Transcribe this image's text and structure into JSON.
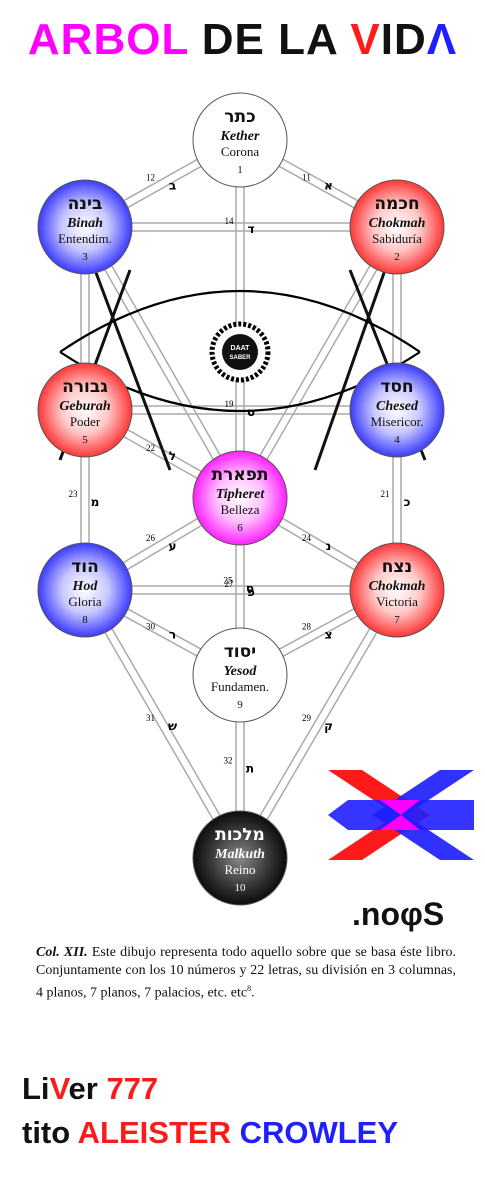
{
  "title": {
    "w1": "ARBOL",
    "w2": "DE LA",
    "w3a": "V",
    "w3b": "ID",
    "w3c": "Λ"
  },
  "colors": {
    "magenta": "#ff00ff",
    "red": "#ff1a1a",
    "blue": "#1f1fff",
    "black": "#111111"
  },
  "sephirot": [
    {
      "id": "kether",
      "hebrew": "כתר",
      "name": "Kether",
      "meaning": "Corona",
      "num": "1",
      "fill": "white"
    },
    {
      "id": "binah",
      "hebrew": "בינה",
      "name": "Binah",
      "meaning": "Entendim.",
      "num": "3",
      "fill": "blue"
    },
    {
      "id": "chokmah",
      "hebrew": "חכמה",
      "name": "Chokmah",
      "meaning": "Sabiduría",
      "num": "2",
      "fill": "red"
    },
    {
      "id": "geburah",
      "hebrew": "גבורה",
      "name": "Geburah",
      "meaning": "Poder",
      "num": "5",
      "fill": "red"
    },
    {
      "id": "chesed",
      "hebrew": "חסד",
      "name": "Chesed",
      "meaning": "Misericor.",
      "num": "4",
      "fill": "blue"
    },
    {
      "id": "tipheret",
      "hebrew": "תפארת",
      "name": "Tipheret",
      "meaning": "Belleza",
      "num": "6",
      "fill": "magenta"
    },
    {
      "id": "hod",
      "hebrew": "הוד",
      "name": "Hod",
      "meaning": "Gloria",
      "num": "8",
      "fill": "blue"
    },
    {
      "id": "netzach",
      "hebrew": "נצח",
      "name": "Chokmah",
      "meaning": "Victoria",
      "num": "7",
      "fill": "red"
    },
    {
      "id": "yesod",
      "hebrew": "יסוד",
      "name": "Yesod",
      "meaning": "Fundamen.",
      "num": "9",
      "fill": "white"
    },
    {
      "id": "malkuth",
      "hebrew": "מלכות",
      "name": "Malkuth",
      "meaning": "Reino",
      "num": "10",
      "fill": "black"
    }
  ],
  "daat": {
    "line1": "DAAT",
    "line2": "SABER"
  },
  "paths": [
    {
      "num": "11",
      "letter": "א"
    },
    {
      "num": "12",
      "letter": "ב"
    },
    {
      "num": "14",
      "letter": "ד"
    },
    {
      "num": "19",
      "letter": "ט"
    },
    {
      "num": "22",
      "letter": "ל"
    },
    {
      "num": "23",
      "letter": "מ"
    },
    {
      "num": "21",
      "letter": "כ"
    },
    {
      "num": "26",
      "letter": "ע"
    },
    {
      "num": "24",
      "letter": "נ"
    },
    {
      "num": "25",
      "letter": "ס"
    },
    {
      "num": "27",
      "letter": "פ"
    },
    {
      "num": "30",
      "letter": "ר"
    },
    {
      "num": "28",
      "letter": "צ"
    },
    {
      "num": "31",
      "letter": "ש"
    },
    {
      "num": "29",
      "letter": "ק"
    },
    {
      "num": "32",
      "letter": "ת"
    }
  ],
  "logo": {
    "text_a": ".no",
    "text_phi": "φ",
    "text_b": "S"
  },
  "caption": {
    "lead": "Col. XII.",
    "body": " Este dibujo representa todo aquello sobre que se basa éste libro. Conjuntamente con los 10 números y 22 letras, su división en 3 columnas, 4 planos, 7 planos, 7 palacios, etc. etc",
    "sup": "8",
    "end": "."
  },
  "footer": {
    "l1a": "Li",
    "l1b": "V",
    "l1c": "er ",
    "l1d": "777",
    "l2a": "tito ",
    "l2b": "ALEISTER ",
    "l2c": "CROWLEY"
  }
}
